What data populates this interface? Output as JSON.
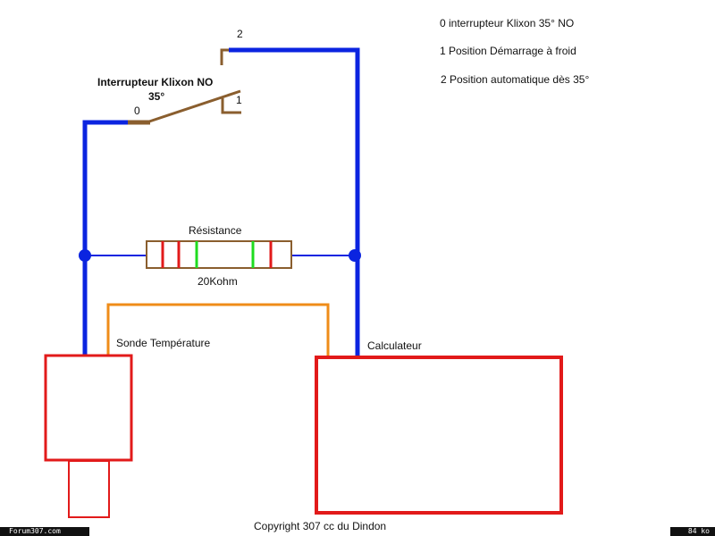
{
  "switch": {
    "title": "Interrupteur  Klixon NO",
    "temp": "35°",
    "pos0": "0",
    "pos1": "1",
    "pos2": "2"
  },
  "legend": [
    "0 interrupteur Klixon 35° NO",
    "1 Position Démarrage à froid",
    "2 Position automatique dès 35°"
  ],
  "resistor": {
    "label": "Résistance",
    "value": "20Kohm"
  },
  "sensor": {
    "label": "Sonde Température"
  },
  "ecu": {
    "label": "Calculateur"
  },
  "copyright": "Copyright 307 cc du Dindon",
  "footer": {
    "site": "Forum307.com",
    "size": "84 ko"
  },
  "colors": {
    "wire_main": "#0b24e0",
    "wire_signal": "#ef8c19",
    "switch": "#8a5e2e",
    "box": "#e21a1a",
    "resistor_body": "#8a5e2e",
    "band_red": "#e21a1a",
    "band_green": "#1fdc1f"
  }
}
